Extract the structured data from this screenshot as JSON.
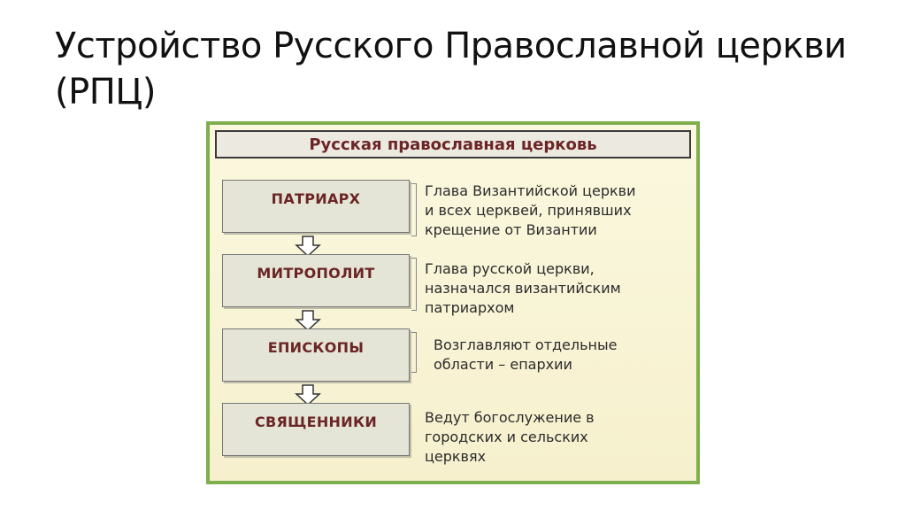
{
  "slide": {
    "title_line1": "Устройство Русского Православной церкви",
    "title_line2": "(РПЦ)"
  },
  "diagram": {
    "header": "Русская православная церковь",
    "colors": {
      "frame": "#7fae4e",
      "background": "#f8f3d6",
      "rank_text": "#6b2525",
      "box_fill": "#e4e5d6"
    },
    "ranks": [
      {
        "label": "ПАТРИАРХ",
        "description": "Глава Византийской церкви\nи всех церквей, принявших\nкрещение от Византии"
      },
      {
        "label": "МИТРОПОЛИТ",
        "description": "Глава русской церкви,\nназначался византийским\nпатриархом"
      },
      {
        "label": "ЕПИСКОПЫ",
        "description": "Возглавляют отдельные\nобласти – епархии"
      },
      {
        "label": "СВЯЩЕННИКИ",
        "description": "Ведут богослужение в\nгородских и сельских\nцерквях"
      }
    ],
    "arrow_icon": "down-arrow-icon"
  }
}
